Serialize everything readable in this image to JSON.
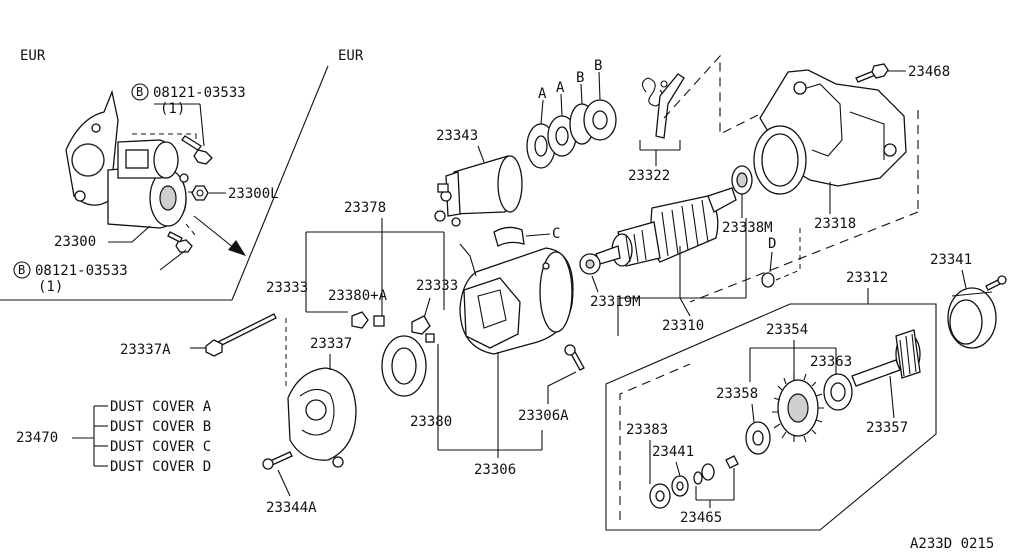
{
  "labels": {
    "eur_left": "EUR",
    "eur_right": "EUR",
    "bolt_upper": "08121-03533",
    "bolt_upper_qty": "(1)",
    "bolt_lower": "08121-03533",
    "bolt_lower_qty": "(1)",
    "bolt_badge": "B",
    "p23300L": "23300L",
    "p23300": "23300",
    "p23343": "23343",
    "p23378": "23378",
    "p23333a": "23333",
    "p23333b": "23333",
    "p23380plus": "23380+A",
    "p23380": "23380",
    "p23337A": "23337A",
    "p23337": "23337",
    "p23470": "23470",
    "dust_a": "DUST COVER A",
    "dust_b": "DUST COVER B",
    "dust_c": "DUST COVER C",
    "dust_d": "DUST COVER D",
    "p23344A": "23344A",
    "p23306": "23306",
    "p23306A": "23306A",
    "p23319M": "23319M",
    "p23310": "23310",
    "p23322": "23322",
    "p23338M": "23338M",
    "p23318": "23318",
    "p23468": "23468",
    "p23312": "23312",
    "p23341": "23341",
    "p23354": "23354",
    "p23363": "23363",
    "p23358": "23358",
    "p23357": "23357",
    "p23383": "23383",
    "p23441": "23441",
    "p23465": "23465",
    "tag_a1": "A",
    "tag_a2": "A",
    "tag_b": "B",
    "tag_c": "C",
    "tag_d": "D",
    "diagram_code": "A233D 0215"
  }
}
